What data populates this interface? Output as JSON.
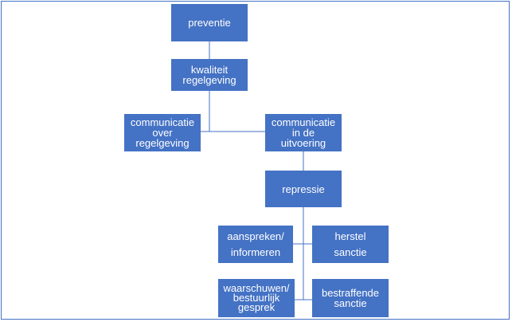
{
  "colors": {
    "node_fill": "#4472C4",
    "node_text": "#FFFFFF",
    "connector": "#4472C4",
    "frame": "#4472C4"
  },
  "nodes": {
    "preventie": "preventie",
    "kwaliteit": "kwaliteit\nregelgeving",
    "comm_over": "communicatie\nover\nregelgeving",
    "comm_uitvoering": "communicatie\nin de\nuitvoering",
    "repressie": "repressie",
    "aanspreken": "aanspreken/\ninformeren",
    "herstel": "herstel\nsanctie",
    "waarschuwen": "waarschuwen/\nbestuurlijk\ngesprek",
    "bestraffende": "bestraffende\nsanctie"
  }
}
